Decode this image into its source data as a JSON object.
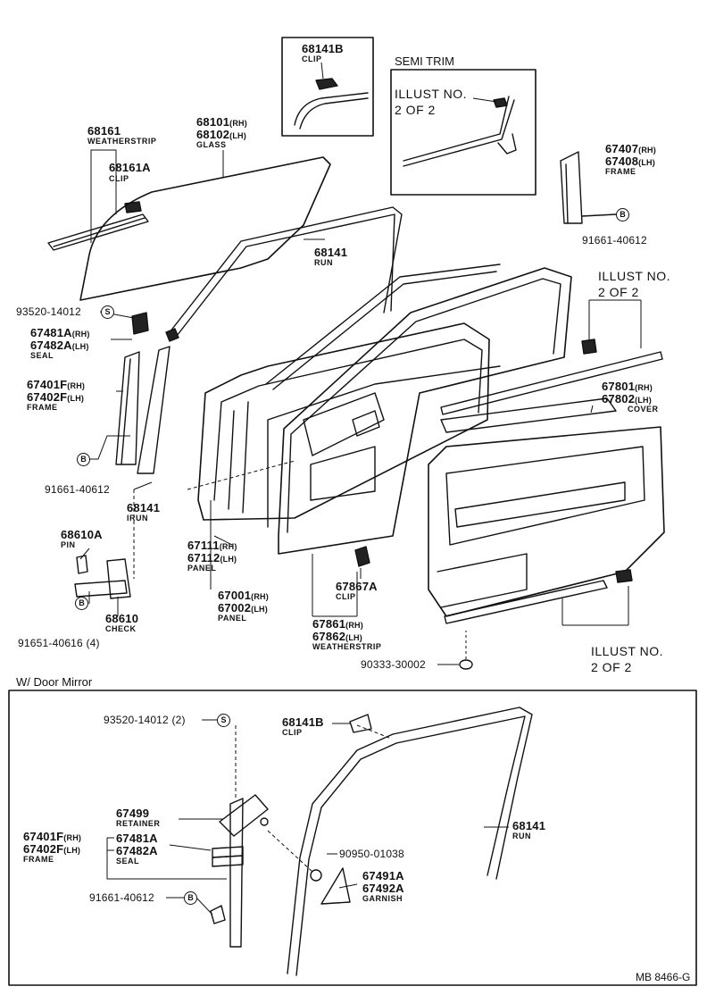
{
  "sections": {
    "semi_trim": "SEMI TRIM",
    "illust_2of2_a": [
      "ILLUST NO.",
      "2 OF 2"
    ],
    "illust_2of2_b": [
      "ILLUST NO.",
      "2 OF 2"
    ],
    "illust_2of2_c": [
      "ILLUST NO.",
      "2 OF 2"
    ],
    "door_mirror": "W/ Door Mirror",
    "drawing_code": "MB  8466-G"
  },
  "top": {
    "p68141B": {
      "num": "68141B",
      "desc": "CLIP"
    },
    "p68161": {
      "num": "68161",
      "desc": "WEATHERSTRIP"
    },
    "p68161A": {
      "num": "68161A",
      "desc": "CLIP"
    },
    "p68101": {
      "num": "68101",
      "side": "(RH)"
    },
    "p68102": {
      "num": "68102",
      "side": "(LH)",
      "desc": "GLASS"
    },
    "p67407": {
      "num": "67407",
      "side": "(RH)"
    },
    "p67408": {
      "num": "67408",
      "side": "(LH)",
      "desc": "FRAME"
    },
    "b91661_top": {
      "num": "91661-40612",
      "badge": "B"
    },
    "p68141_run": {
      "num": "68141",
      "desc": "RUN"
    },
    "s93520": {
      "num": "93520-14012",
      "badge": "S"
    },
    "p67481A": {
      "num": "67481A",
      "side": "(RH)"
    },
    "p67482A": {
      "num": "67482A",
      "side": "(LH)",
      "desc": "SEAL"
    },
    "p67401F": {
      "num": "67401F",
      "side": "(RH)"
    },
    "p67402F": {
      "num": "67402F",
      "side": "(LH)",
      "desc": "FRAME"
    },
    "p67801": {
      "num": "67801",
      "side": "(RH)"
    },
    "p67802": {
      "num": "67802",
      "side": "(LH)",
      "desc": "COVER"
    },
    "b91661_left": {
      "num": "91661-40612",
      "badge": "B"
    },
    "p68141_irun": {
      "num": "68141",
      "desc": "IRUN"
    },
    "p68610A": {
      "num": "68610A",
      "desc": "PIN"
    },
    "p67111": {
      "num": "67111",
      "side": "(RH)"
    },
    "p67112": {
      "num": "67112",
      "side": "(LH)",
      "desc": "PANEL"
    },
    "p67867A": {
      "num": "67867A",
      "desc": "CLIP"
    },
    "p67001": {
      "num": "67001",
      "side": "(RH)"
    },
    "p67002": {
      "num": "67002",
      "side": "(LH)",
      "desc": "PANEL"
    },
    "p68610": {
      "num": "68610",
      "desc": "CHECK"
    },
    "b91651": {
      "num": "91651-40616 (4)",
      "badge": "B"
    },
    "p67861": {
      "num": "67861",
      "side": "(RH)"
    },
    "p67862": {
      "num": "67862",
      "side": "(LH)",
      "desc": "WEATHERSTRIP"
    },
    "p90333": {
      "num": "90333-30002"
    }
  },
  "mirror": {
    "s93520": {
      "num": "93520-14012 (2)",
      "badge": "S"
    },
    "p68141B": {
      "num": "68141B",
      "desc": "CLIP"
    },
    "p67499": {
      "num": "67499",
      "desc": "RETAINER"
    },
    "p67401F": {
      "num": "67401F",
      "side": "(RH)"
    },
    "p67402F": {
      "num": "67402F",
      "side": "(LH)",
      "desc": "FRAME"
    },
    "p67481A": {
      "num": "67481A"
    },
    "p67482A": {
      "num": "67482A",
      "desc": "SEAL"
    },
    "p90950": {
      "num": "90950-01038"
    },
    "p68141": {
      "num": "68141",
      "desc": "RUN"
    },
    "p67491A": {
      "num": "67491A"
    },
    "p67492A": {
      "num": "67492A",
      "desc": "GARNISH"
    },
    "b91661": {
      "num": "91661-40612",
      "badge": "B"
    }
  }
}
